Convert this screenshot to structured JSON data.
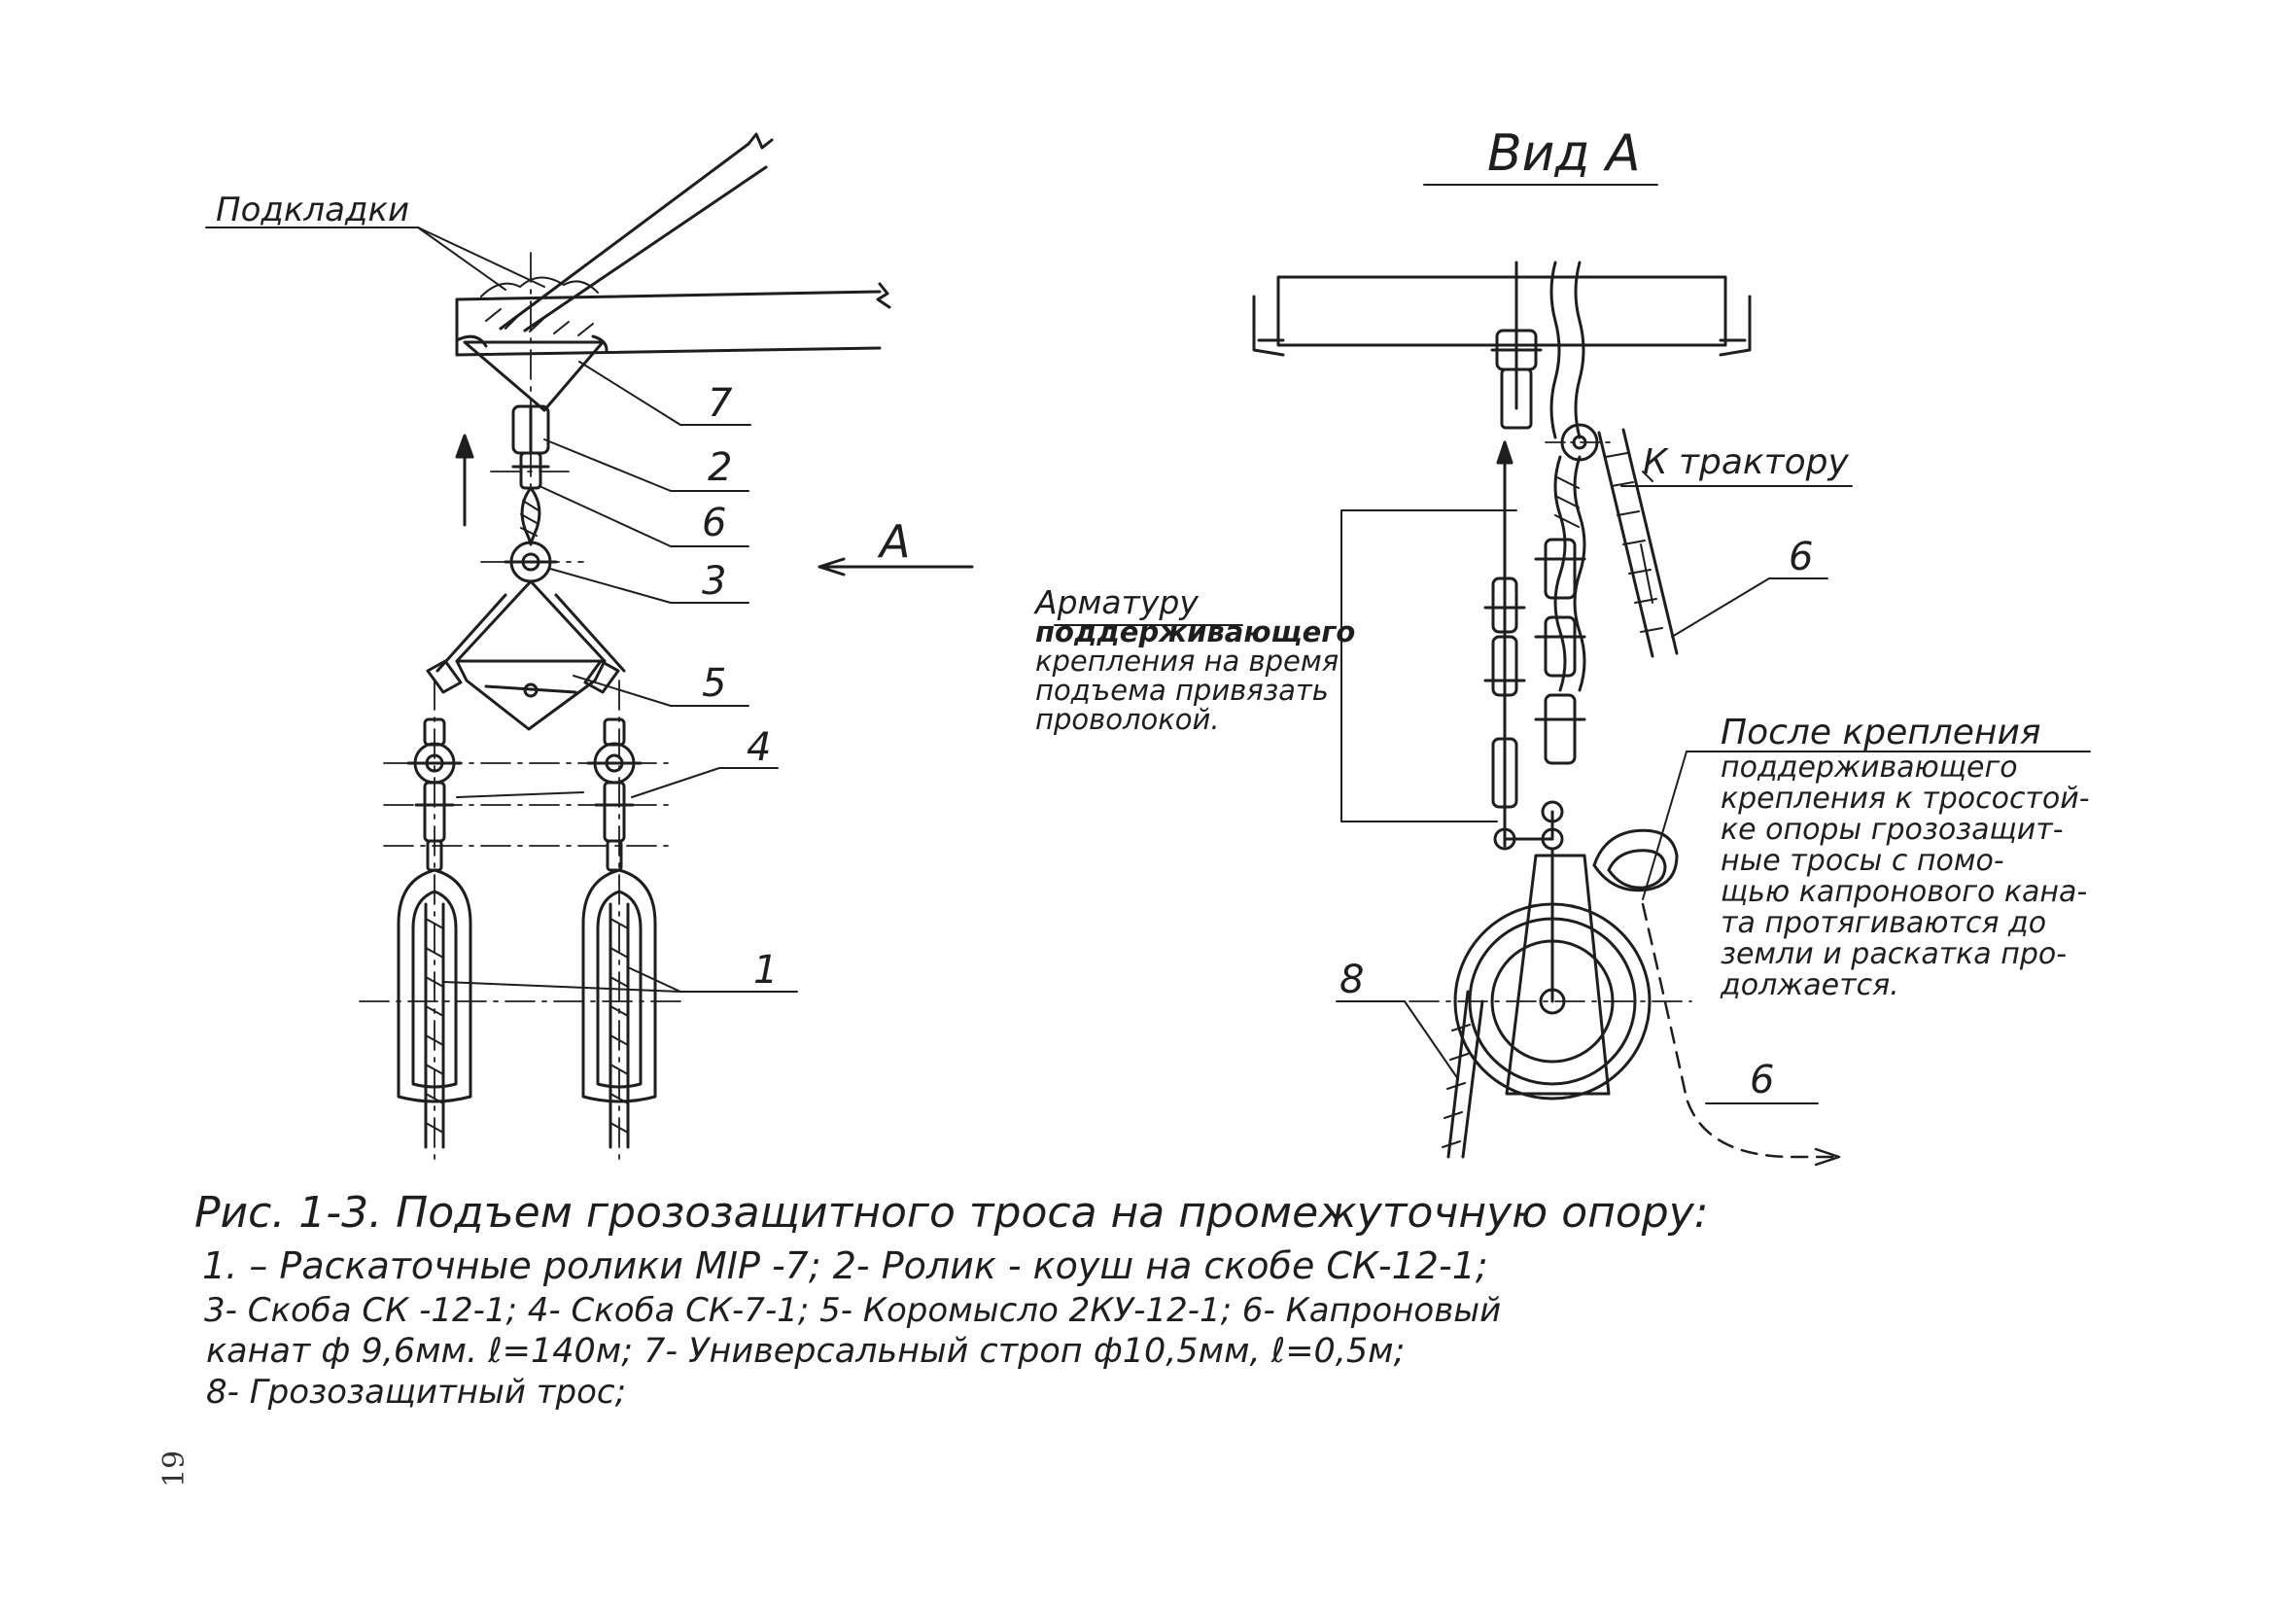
{
  "left_view": {
    "label_podkladki": "Подкладки",
    "arrow_label_a": "A",
    "callouts": [
      "7",
      "2",
      "6",
      "3",
      "5",
      "4",
      "1"
    ]
  },
  "right_view": {
    "title": "Вид А",
    "label_tractor": "К трактору",
    "callout_6_top": "6",
    "callout_8": "8",
    "callout_6_bottom": "6",
    "armature_note": {
      "line1": "Арматуру",
      "line2": "поддерживающего",
      "line3": "крепления на время",
      "line4": "подъема привязать",
      "line5": "проволокой."
    },
    "after_note": {
      "line1": "После  крепления",
      "line2": "поддерживающего",
      "line3": "крепления к тросостой-",
      "line4": "ке опоры грозозащит-",
      "line5": "ные тросы с помо-",
      "line6": "щью капронового кана-",
      "line7": "та протягиваются до",
      "line8": "земли и раскатка про-",
      "line9": "должается."
    }
  },
  "caption": {
    "title": "Рис. 1-3. Подъем грозозащитного троса на промежуточную опору:",
    "line1": "1. – Раскаточные ролики МIР -7;  2- Ролик - коуш на скобе СК-12-1;",
    "line2": "3- Скоба СК -12-1;  4- Скоба СК-7-1;  5- Коромысло 2КУ-12-1;   6- Капроновый",
    "line3": "канат  ф 9,6мм. ℓ=140м;     7- Универсальный строп ф10,5мм, ℓ=0,5м;",
    "line4": "8- Грозозащитный трос;"
  },
  "page_number": "19"
}
